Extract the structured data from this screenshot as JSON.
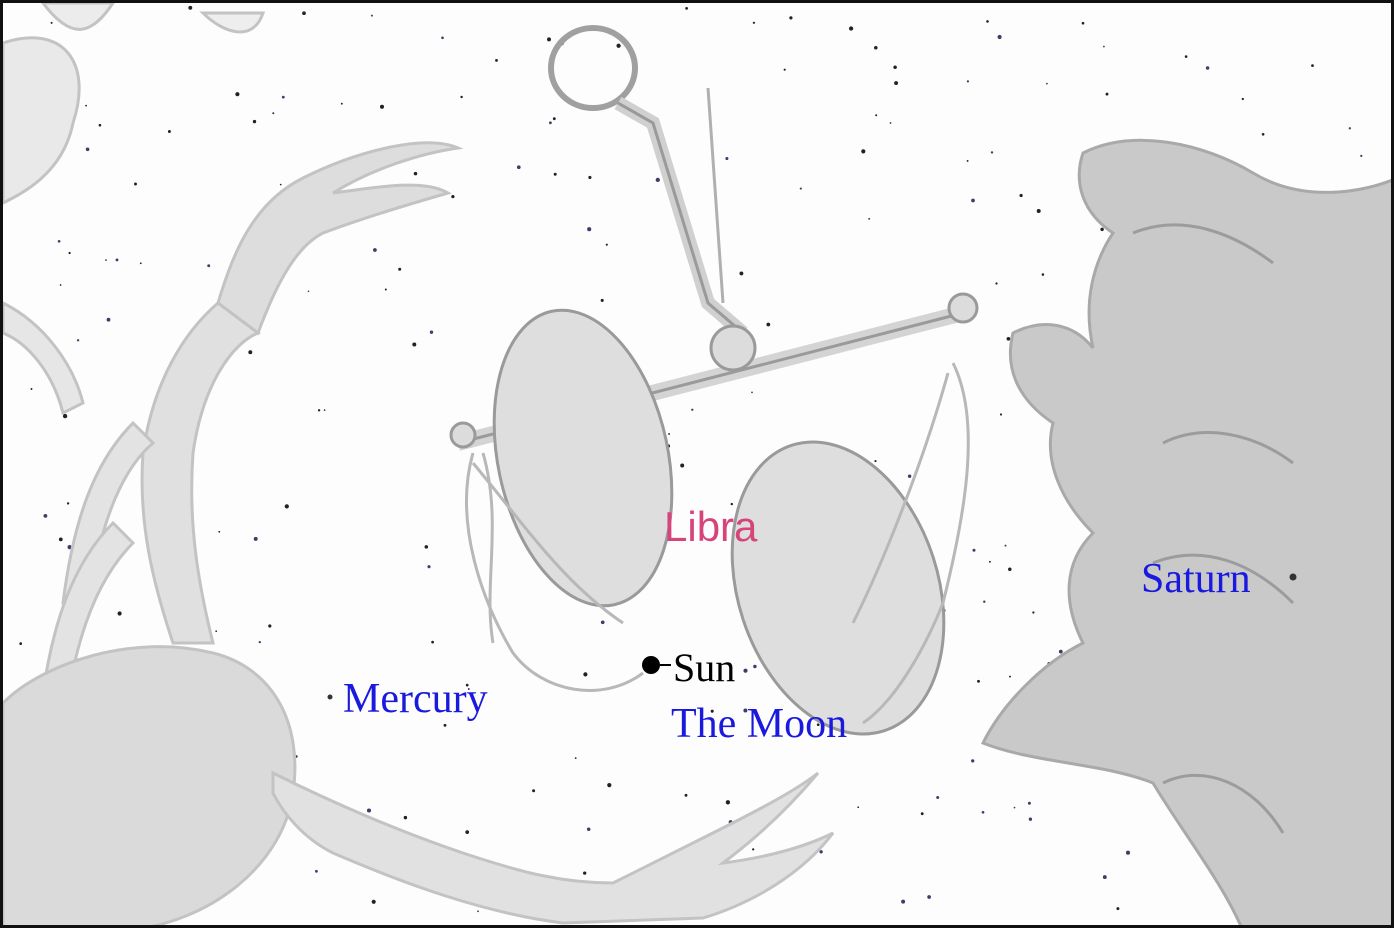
{
  "sky": {
    "constellation": {
      "name": "Libra",
      "color": "#d6457a"
    },
    "planet_color": "#1a1adf",
    "sun_color": "#000000",
    "bodies": {
      "sun": "Sun",
      "moon": "The Moon",
      "mercury": "Mercury",
      "saturn": "Saturn"
    },
    "figures": [
      "scorpius-figure",
      "libra-scales-figure",
      "virgo-figure"
    ]
  }
}
